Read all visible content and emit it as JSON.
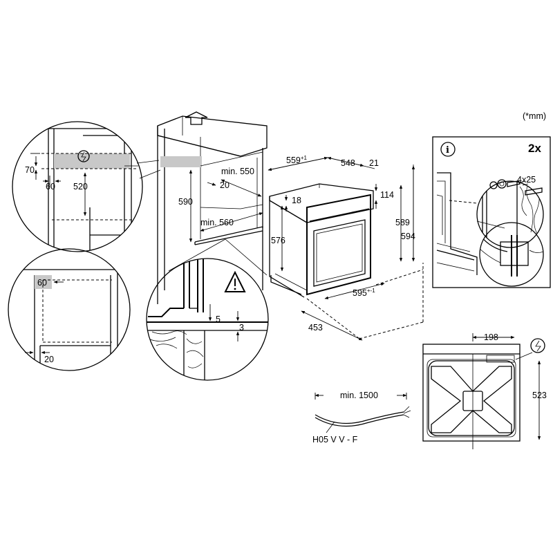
{
  "unit_note": "(*mm)",
  "info_panel": {
    "multiplier": "2x",
    "screw_label": "4x25"
  },
  "cable": {
    "length": "min. 1500",
    "type": "H05 V V - F"
  },
  "labels": {
    "l70": "70",
    "l60a": "60",
    "l520": "520",
    "l60b": "60",
    "l20b": "20",
    "l550": "min. 550",
    "l20": "20",
    "l590": "590",
    "l560": "min. 560",
    "l5": "5",
    "l3": "3",
    "l559": "559",
    "l559s": "+1",
    "l548": "548",
    "l21": "21",
    "l114": "114",
    "l18": "18",
    "l576": "576",
    "l589": "589",
    "l594": "594",
    "l595": "595",
    "l595s": "+-1",
    "l453": "453",
    "l198": "198",
    "l523": "523"
  }
}
